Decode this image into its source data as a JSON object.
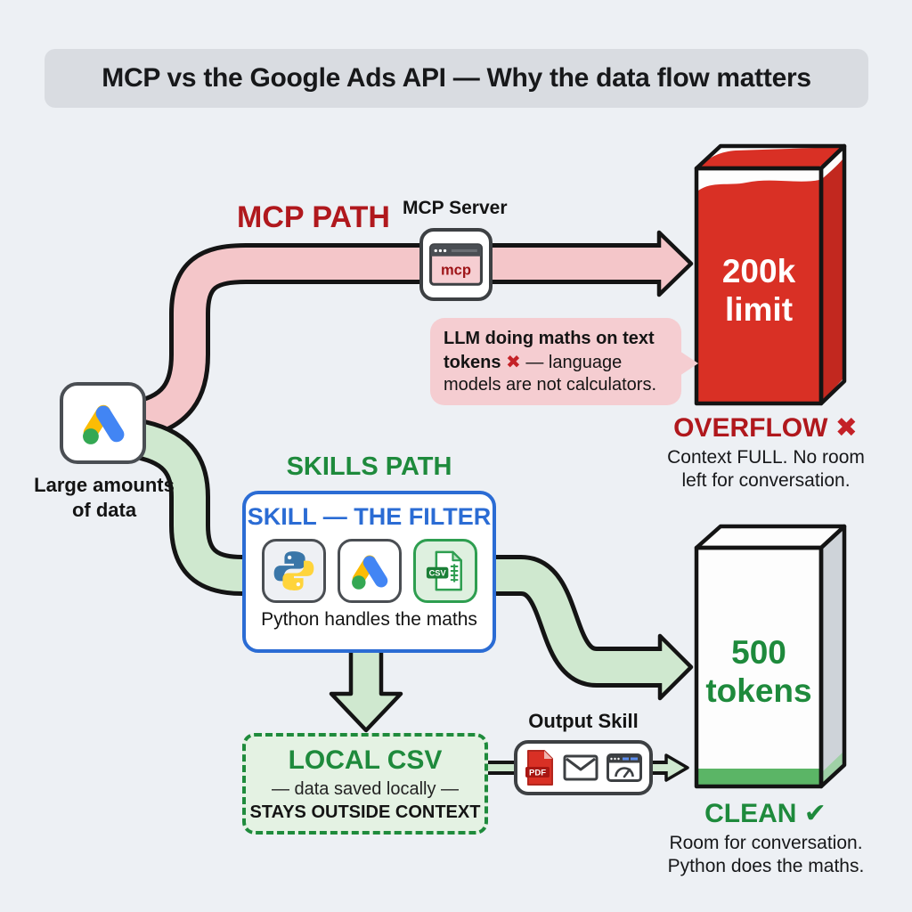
{
  "title": "MCP vs the Google Ads API — Why the data flow matters",
  "source": {
    "icon": "google-ads-icon",
    "label_line1": "Large amounts",
    "label_line2": "of data"
  },
  "mcp": {
    "path_label": "MCP PATH",
    "server_label": "MCP Server",
    "server_window_text": "mcp",
    "bubble_bold": "LLM doing maths on text tokens ",
    "bubble_cross": "✖",
    "bubble_rest": " — language models are not calculators.",
    "jar_line1": "200k",
    "jar_line2": "limit",
    "verdict": "OVERFLOW ",
    "verdict_mark": "✖",
    "desc_line1": "Context FULL. No room",
    "desc_line2": "left for conversation."
  },
  "skills": {
    "path_label": "SKILLS PATH",
    "filter_title": "SKILL — THE FILTER",
    "filter_caption": "Python handles the maths",
    "filter_icons": [
      "python-icon",
      "google-ads-icon",
      "csv-file-icon"
    ],
    "csv_badge": "CSV",
    "jar_line1": "500",
    "jar_line2": "tokens",
    "verdict": "CLEAN ",
    "verdict_mark": "✔",
    "desc_line1": "Room for conversation.",
    "desc_line2": "Python does the maths.",
    "local_title": "LOCAL CSV",
    "local_sub": "— data saved locally —",
    "local_note": "STAYS OUTSIDE CONTEXT",
    "output_label": "Output Skill",
    "pdf_badge": "PDF"
  },
  "colors": {
    "background": "#edf0f4",
    "red_text": "#b0181d",
    "red_fill": "#d93025",
    "pink_ribbon": "#f4c6c9",
    "green_text": "#1e8a3c",
    "green_ribbon": "#cfe8cf",
    "green_bar": "#5bb566",
    "blue": "#2b6cd4"
  }
}
